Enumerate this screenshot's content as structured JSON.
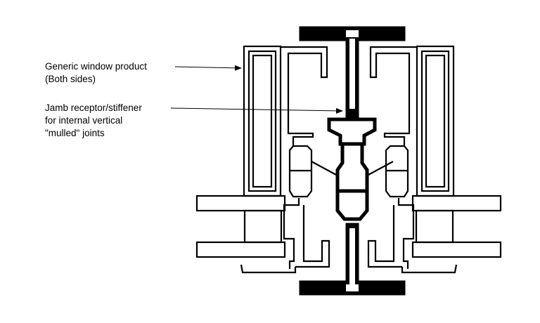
{
  "labels": {
    "window_product": [
      "Generic window product",
      "(Both sides)"
    ],
    "jamb_receptor": [
      "Jamb receptor/stiffener",
      "for internal vertical",
      "\"mulled\" joints"
    ]
  },
  "colors": {
    "stroke": "#000000",
    "background": "#ffffff"
  }
}
